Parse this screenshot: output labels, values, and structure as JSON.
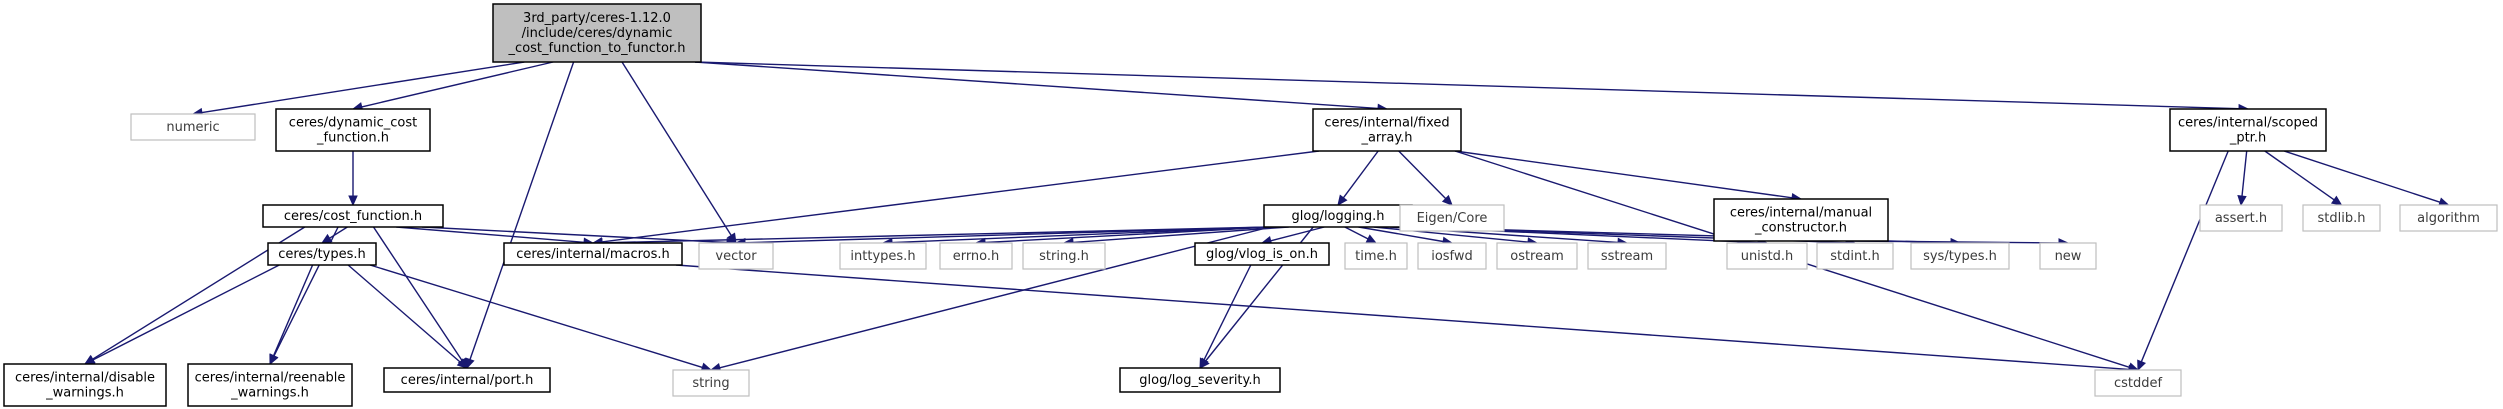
{
  "graph": {
    "colors": {
      "edge": "#191970",
      "main_fill": "#bfbfbf",
      "local_border": "#000000",
      "system_border": "#bfbfbf"
    },
    "nodes": [
      {
        "id": "main",
        "kind": "main",
        "lines": [
          "3rd_party/ceres-1.12.0",
          "/include/ceres/dynamic",
          "_cost_function_to_functor.h"
        ]
      },
      {
        "id": "numeric",
        "kind": "sys",
        "lines": [
          "numeric"
        ]
      },
      {
        "id": "dyncost",
        "kind": "local",
        "lines": [
          "ceres/dynamic_cost",
          "_function.h"
        ]
      },
      {
        "id": "fixed",
        "kind": "local",
        "lines": [
          "ceres/internal/fixed",
          "_array.h"
        ]
      },
      {
        "id": "scoped",
        "kind": "local",
        "lines": [
          "ceres/internal/scoped",
          "_ptr.h"
        ]
      },
      {
        "id": "costfn",
        "kind": "local",
        "lines": [
          "ceres/cost_function.h"
        ]
      },
      {
        "id": "glog",
        "kind": "local",
        "lines": [
          "glog/logging.h"
        ]
      },
      {
        "id": "eigen",
        "kind": "sys",
        "lines": [
          "Eigen/Core"
        ]
      },
      {
        "id": "manual",
        "kind": "local",
        "lines": [
          "ceres/internal/manual",
          "_constructor.h"
        ]
      },
      {
        "id": "assert",
        "kind": "sys",
        "lines": [
          "assert.h"
        ]
      },
      {
        "id": "stdlib",
        "kind": "sys",
        "lines": [
          "stdlib.h"
        ]
      },
      {
        "id": "algorithm",
        "kind": "sys",
        "lines": [
          "algorithm"
        ]
      },
      {
        "id": "types",
        "kind": "local",
        "lines": [
          "ceres/types.h"
        ]
      },
      {
        "id": "macros",
        "kind": "local",
        "lines": [
          "ceres/internal/macros.h"
        ]
      },
      {
        "id": "vector",
        "kind": "sys",
        "lines": [
          "vector"
        ]
      },
      {
        "id": "inttypes",
        "kind": "sys",
        "lines": [
          "inttypes.h"
        ]
      },
      {
        "id": "errno",
        "kind": "sys",
        "lines": [
          "errno.h"
        ]
      },
      {
        "id": "stringh",
        "kind": "sys",
        "lines": [
          "string.h"
        ]
      },
      {
        "id": "vlog",
        "kind": "local",
        "lines": [
          "glog/vlog_is_on.h"
        ]
      },
      {
        "id": "time",
        "kind": "sys",
        "lines": [
          "time.h"
        ]
      },
      {
        "id": "iosfwd",
        "kind": "sys",
        "lines": [
          "iosfwd"
        ]
      },
      {
        "id": "ostream",
        "kind": "sys",
        "lines": [
          "ostream"
        ]
      },
      {
        "id": "sstream",
        "kind": "sys",
        "lines": [
          "sstream"
        ]
      },
      {
        "id": "unistd",
        "kind": "sys",
        "lines": [
          "unistd.h"
        ]
      },
      {
        "id": "stdint",
        "kind": "sys",
        "lines": [
          "stdint.h"
        ]
      },
      {
        "id": "systypes",
        "kind": "sys",
        "lines": [
          "sys/types.h"
        ]
      },
      {
        "id": "new",
        "kind": "sys",
        "lines": [
          "new"
        ]
      },
      {
        "id": "disable",
        "kind": "local",
        "lines": [
          "ceres/internal/disable",
          "_warnings.h"
        ]
      },
      {
        "id": "reenable",
        "kind": "local",
        "lines": [
          "ceres/internal/reenable",
          "_warnings.h"
        ]
      },
      {
        "id": "port",
        "kind": "local",
        "lines": [
          "ceres/internal/port.h"
        ]
      },
      {
        "id": "string",
        "kind": "sys",
        "lines": [
          "string"
        ]
      },
      {
        "id": "logsev",
        "kind": "local",
        "lines": [
          "glog/log_severity.h"
        ]
      },
      {
        "id": "cstddef",
        "kind": "sys",
        "lines": [
          "cstddef"
        ]
      }
    ],
    "edges": [
      [
        "main",
        "numeric"
      ],
      [
        "main",
        "dyncost"
      ],
      [
        "main",
        "fixed"
      ],
      [
        "main",
        "scoped"
      ],
      [
        "main",
        "vector"
      ],
      [
        "main",
        "port"
      ],
      [
        "dyncost",
        "costfn"
      ],
      [
        "costfn",
        "types"
      ],
      [
        "costfn",
        "macros"
      ],
      [
        "costfn",
        "vector"
      ],
      [
        "costfn",
        "port"
      ],
      [
        "costfn",
        "disable"
      ],
      [
        "costfn",
        "reenable"
      ],
      [
        "types",
        "disable"
      ],
      [
        "types",
        "reenable"
      ],
      [
        "types",
        "port"
      ],
      [
        "types",
        "string"
      ],
      [
        "fixed",
        "glog"
      ],
      [
        "fixed",
        "eigen"
      ],
      [
        "fixed",
        "manual"
      ],
      [
        "fixed",
        "macros"
      ],
      [
        "fixed",
        "cstddef"
      ],
      [
        "glog",
        "vector"
      ],
      [
        "glog",
        "inttypes"
      ],
      [
        "glog",
        "errno"
      ],
      [
        "glog",
        "stringh"
      ],
      [
        "glog",
        "vlog"
      ],
      [
        "glog",
        "time"
      ],
      [
        "glog",
        "iosfwd"
      ],
      [
        "glog",
        "ostream"
      ],
      [
        "glog",
        "sstream"
      ],
      [
        "glog",
        "unistd"
      ],
      [
        "glog",
        "stdint"
      ],
      [
        "glog",
        "systypes"
      ],
      [
        "glog",
        "logsev"
      ],
      [
        "glog",
        "string"
      ],
      [
        "glog",
        "macros"
      ],
      [
        "vlog",
        "logsev"
      ],
      [
        "manual",
        "new"
      ],
      [
        "macros",
        "cstddef"
      ],
      [
        "scoped",
        "assert"
      ],
      [
        "scoped",
        "stdlib"
      ],
      [
        "scoped",
        "algorithm"
      ],
      [
        "scoped",
        "cstddef"
      ]
    ]
  }
}
